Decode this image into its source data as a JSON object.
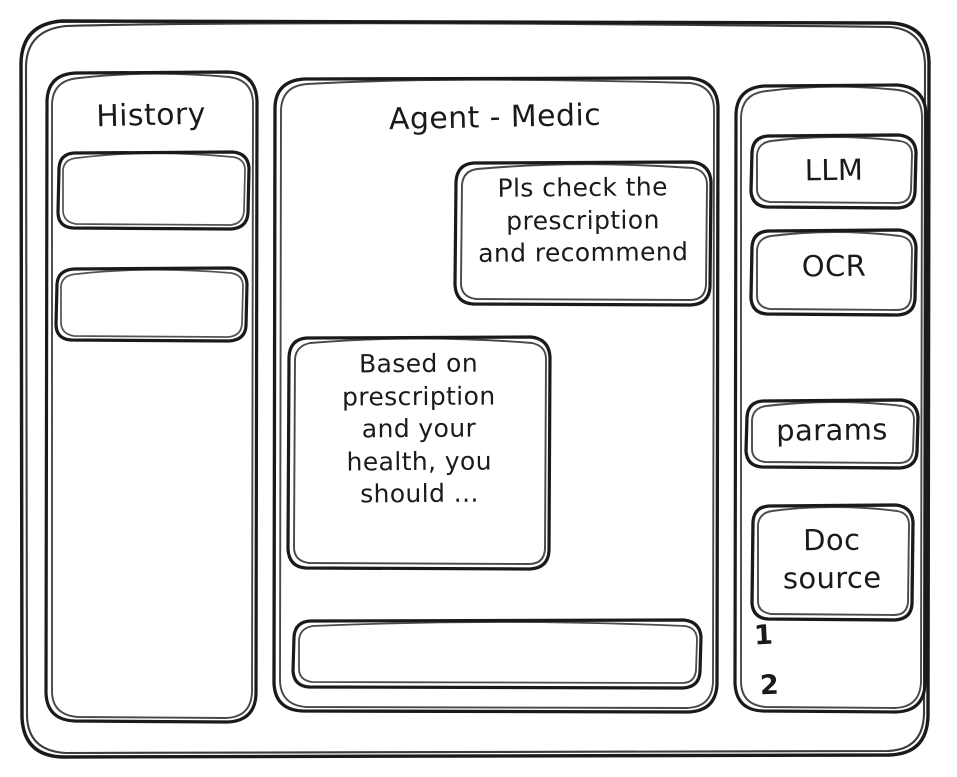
{
  "window": {
    "name": "agent-medic-wireframe",
    "background": "#ffffff",
    "stroke_color": "#1a1a1a",
    "style": "hand-drawn-sketch"
  },
  "sidebar": {
    "title": "History",
    "items": [
      {
        "label": "",
        "name": "history-item-1"
      },
      {
        "label": "",
        "name": "history-item-2"
      }
    ]
  },
  "main": {
    "title": "Agent - Medic",
    "messages": [
      {
        "role": "user",
        "align": "right",
        "text": "Pls check the\nprescription\nand recommend"
      },
      {
        "role": "assistant",
        "align": "left",
        "text": "Based on\nprescription\nand your\nhealth, you\nshould ..."
      }
    ],
    "composer": {
      "value": "",
      "placeholder": ""
    }
  },
  "right_panel": {
    "buttons": [
      {
        "label": "LLM",
        "name": "llm-button"
      },
      {
        "label": "OCR",
        "name": "ocr-button"
      },
      {
        "label": "params",
        "name": "params-button"
      },
      {
        "label": "Doc\nsource",
        "name": "doc-source-button"
      }
    ],
    "doc_source_list": [
      {
        "label": "1"
      },
      {
        "label": "2"
      }
    ]
  }
}
